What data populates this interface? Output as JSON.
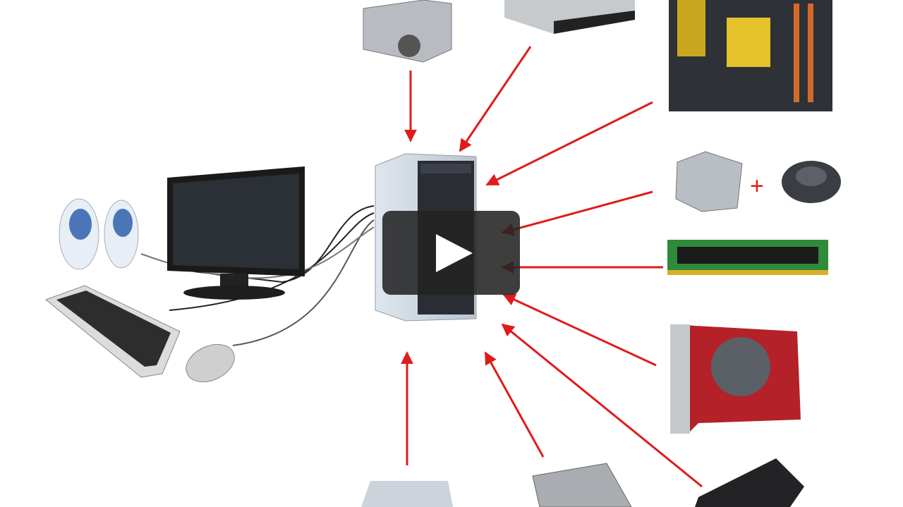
{
  "video": {
    "play_icon": "play-icon",
    "accent_color": "#e01b1b",
    "overlay_color": "#232323"
  },
  "diagram": {
    "arrows": [
      {
        "from": "power-supply",
        "to": "tower"
      },
      {
        "from": "optical-drive",
        "to": "tower"
      },
      {
        "from": "motherboard",
        "to": "tower"
      },
      {
        "from": "cpu-and-cooler",
        "to": "tower"
      },
      {
        "from": "ram-module",
        "to": "tower"
      },
      {
        "from": "graphics-card",
        "to": "tower"
      },
      {
        "from": "sound-card",
        "to": "tower"
      },
      {
        "from": "hard-drive",
        "to": "tower"
      },
      {
        "from": "floppy-drive",
        "to": "tower"
      }
    ]
  }
}
